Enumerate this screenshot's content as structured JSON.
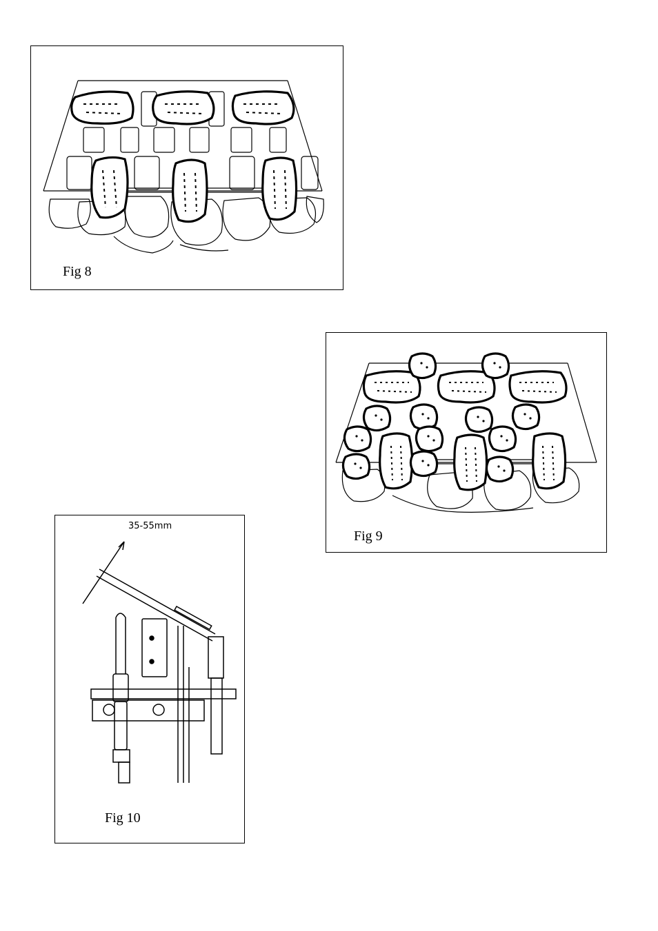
{
  "figures": [
    {
      "id": "fig8",
      "caption": "Fig 8"
    },
    {
      "id": "fig9",
      "caption": "Fig 9"
    },
    {
      "id": "fig10",
      "caption": "Fig 10",
      "dimension_label": "35-55mm"
    }
  ]
}
